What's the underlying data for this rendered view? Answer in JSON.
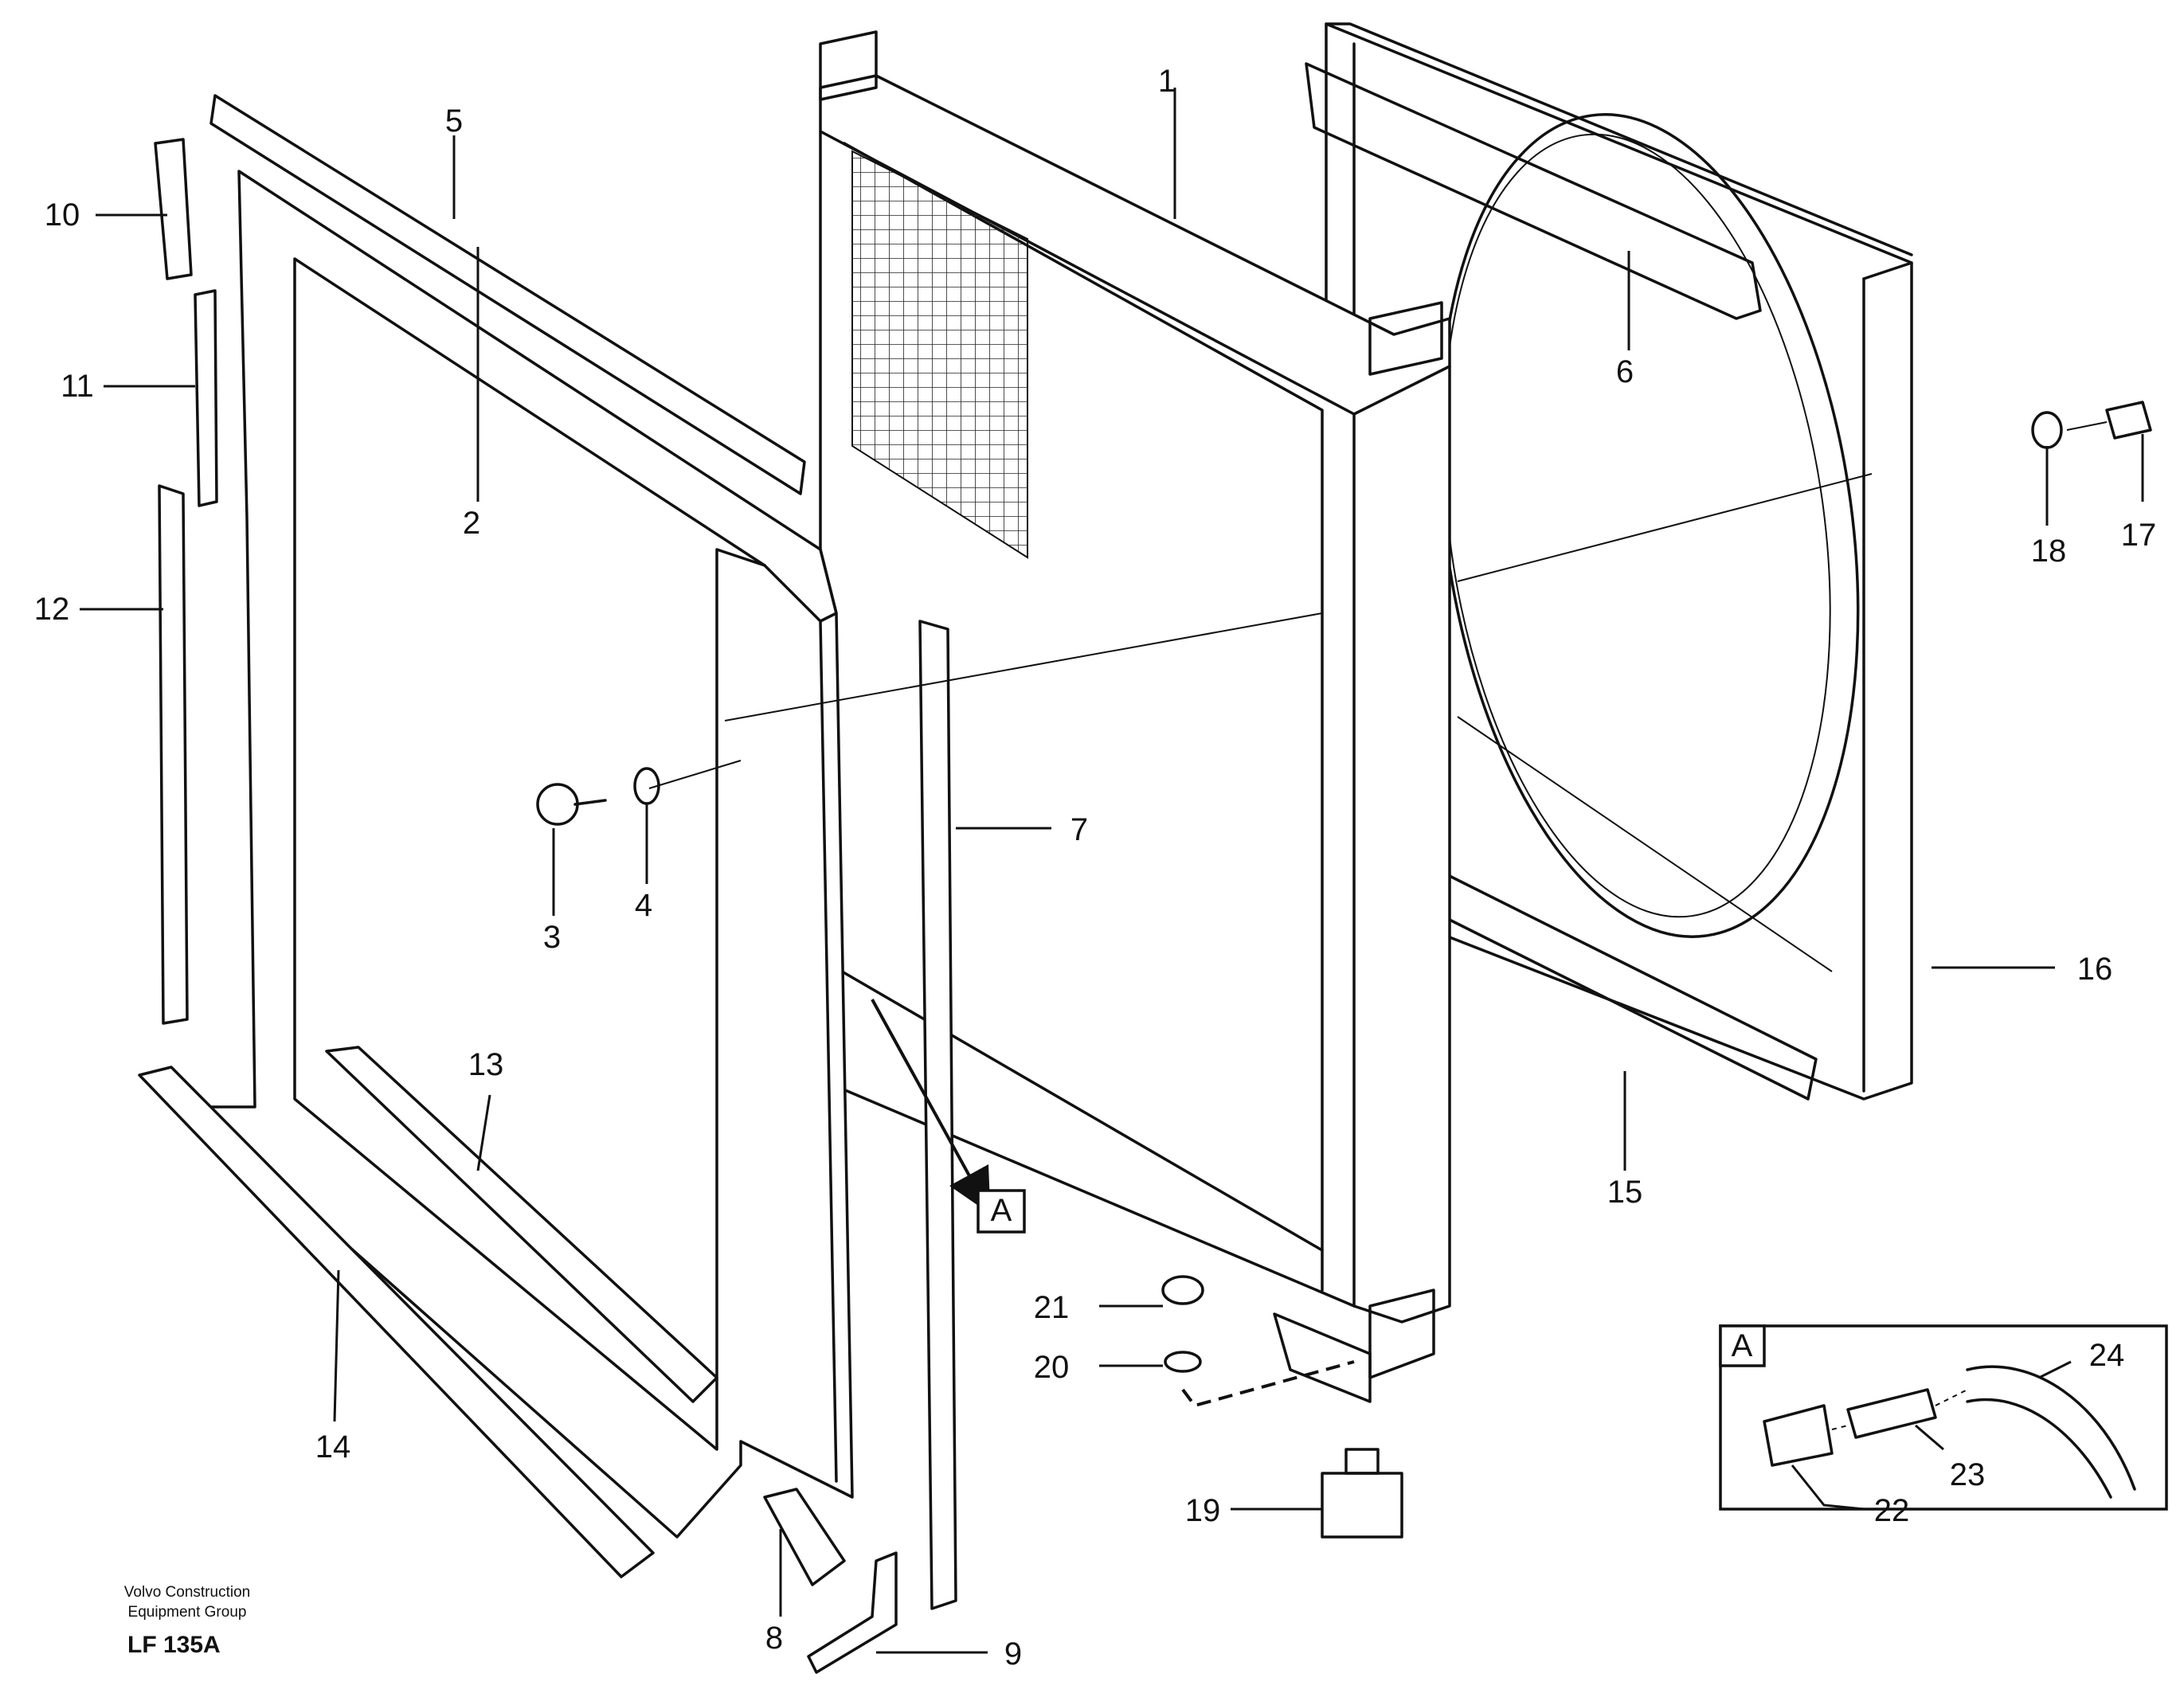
{
  "diagram": {
    "callouts": [
      "1",
      "2",
      "3",
      "4",
      "5",
      "6",
      "7",
      "8",
      "9",
      "10",
      "11",
      "12",
      "13",
      "14",
      "15",
      "16",
      "17",
      "18",
      "19",
      "20",
      "21",
      "22",
      "23",
      "24"
    ],
    "detail_marker": "A",
    "inset_marker": "A"
  },
  "footer": {
    "publisher_line1": "Volvo Construction",
    "publisher_line2": "Equipment Group",
    "code": "LF 135A"
  }
}
